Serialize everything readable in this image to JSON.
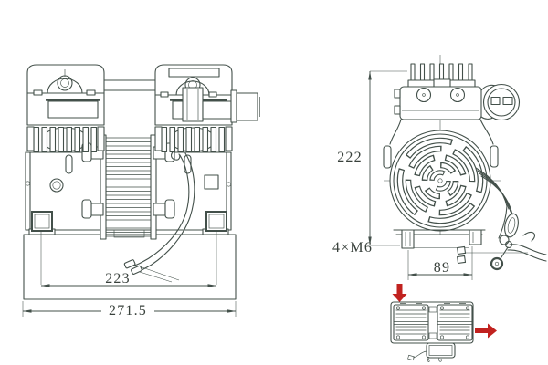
{
  "page": {
    "background": "#ffffff"
  },
  "drawing": {
    "ink_color": "#43504a",
    "accent_color": "#c1221f",
    "dimensions": {
      "feet_span_front": "223",
      "overall_width_front": "271.5",
      "overall_height_side": "222",
      "mounting_holes": "4×M6",
      "feet_span_side": "89"
    },
    "icons": {
      "inlet_arrow": "red-down-arrow",
      "outlet_arrow": "red-right-arrow"
    }
  }
}
